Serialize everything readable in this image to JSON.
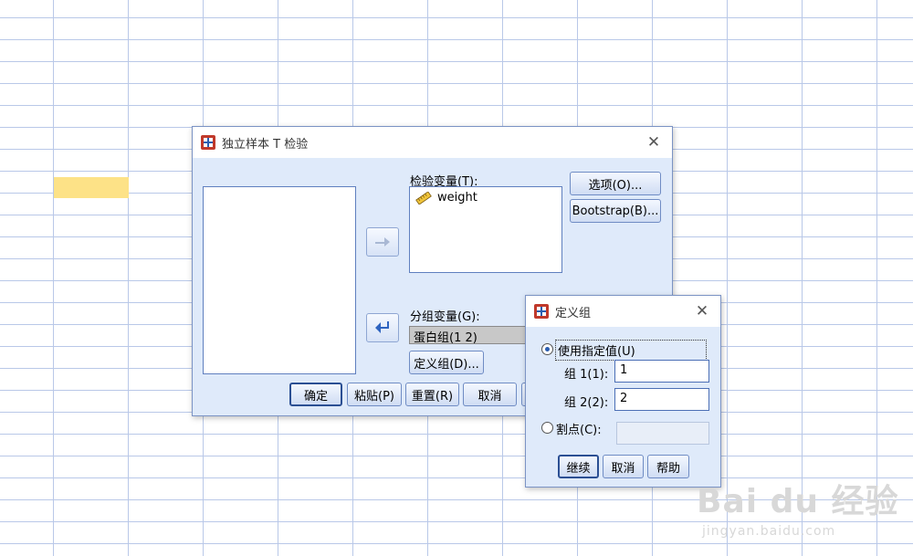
{
  "main_dialog": {
    "title": "独立样本 T 检验",
    "test_vars_label": "检验变量(T):",
    "test_vars": [
      {
        "name": "weight",
        "icon": "ruler-icon"
      }
    ],
    "group_var_label": "分组变量(G):",
    "group_var_value": "蛋白组(1 2)",
    "define_groups_button": "定义组(D)...",
    "options_button": "选项(O)...",
    "bootstrap_button": "Bootstrap(B)...",
    "buttons": {
      "ok": "确定",
      "paste": "粘贴(P)",
      "reset": "重置(R)",
      "cancel": "取消"
    }
  },
  "define_dialog": {
    "title": "定义组",
    "use_specified_label": "使用指定值(U)",
    "group1_label": "组 1(1):",
    "group1_value": "1",
    "group2_label": "组 2(2):",
    "group2_value": "2",
    "cutpoint_label": "割点(C):",
    "cutpoint_value": "",
    "buttons": {
      "continue": "继续",
      "cancel": "取消",
      "help": "帮助"
    }
  },
  "watermark": {
    "main": "Bai du 经验",
    "sub": "jingyan.baidu.com"
  },
  "colors": {
    "highlight_cell": "#fde287",
    "dialog_bg": "#dfeafa",
    "grid": "#b9c8e8"
  }
}
